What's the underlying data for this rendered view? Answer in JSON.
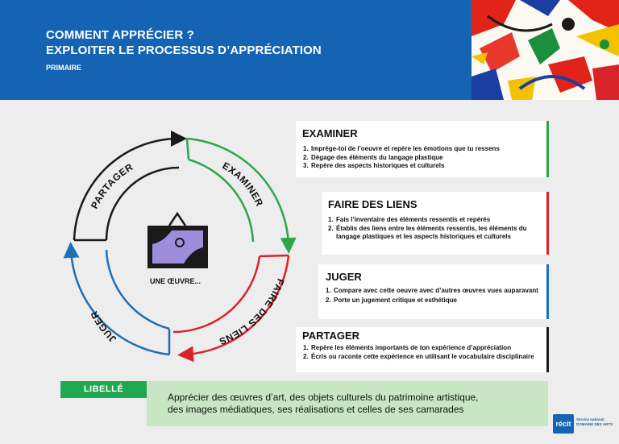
{
  "header": {
    "title_line1": "COMMENT APPRÉCIER ?",
    "title_line2": "EXPLOITER LE PROCESSUS D’APPRÉCIATION",
    "subtitle": "PRIMAIRE"
  },
  "cycle": {
    "examiner": "EXAMINER",
    "faire_des_liens": "FAIRE DES LIENS",
    "juger": "JUGER",
    "partager": "PARTAGER",
    "center_label": "UNE ŒUVRE..."
  },
  "cards": {
    "examiner": {
      "title": "EXAMINER",
      "color": "#2aa845",
      "items": [
        {
          "n": "1.",
          "text": "Imprège-toi de l’oeuvre et repère les émotions que tu ressens"
        },
        {
          "n": "2.",
          "text": "Dégage des éléments du langage plastique"
        },
        {
          "n": "3.",
          "text": "Repère des aspects historiques et culturels"
        }
      ]
    },
    "faire_des_liens": {
      "title": "FAIRE DES LIENS",
      "color": "#d9232a",
      "items": [
        {
          "n": "1.",
          "text": "Fais l’inventaire des éléments ressentis et repérés"
        },
        {
          "n": "2.",
          "text": "Établis des liens entre les éléments ressentis, les éléments du langage plastiques et les aspects historiques et culturels"
        }
      ]
    },
    "juger": {
      "title": "JUGER",
      "color": "#1d6fb8",
      "items": [
        {
          "n": "1.",
          "text": "Compare avec cette oeuvre avec d’autres œuvres vues auparavant"
        },
        {
          "n": "2.",
          "text": "Porte un jugement critique et esthétique"
        }
      ]
    },
    "partager": {
      "title": "PARTAGER",
      "color": "#1a1a1a",
      "items": [
        {
          "n": "1.",
          "text": "Repère les éléments importants de ton expérience d’appréciation"
        },
        {
          "n": "2.",
          "text": "Écris ou raconte cette expérience en utilisant le vocabulaire disciplinaire"
        }
      ]
    }
  },
  "libelle": {
    "tag": "LIBELLÉ",
    "text_line1": "Apprécier des œuvres d’art, des objets culturels du patrimoine artistique,",
    "text_line2": "des images médiatiques, ses réalisations et celles de ses camarades"
  },
  "footer": {
    "logo": "récit",
    "line1": "Service national",
    "line2": "DOMAINE DES ARTS"
  }
}
